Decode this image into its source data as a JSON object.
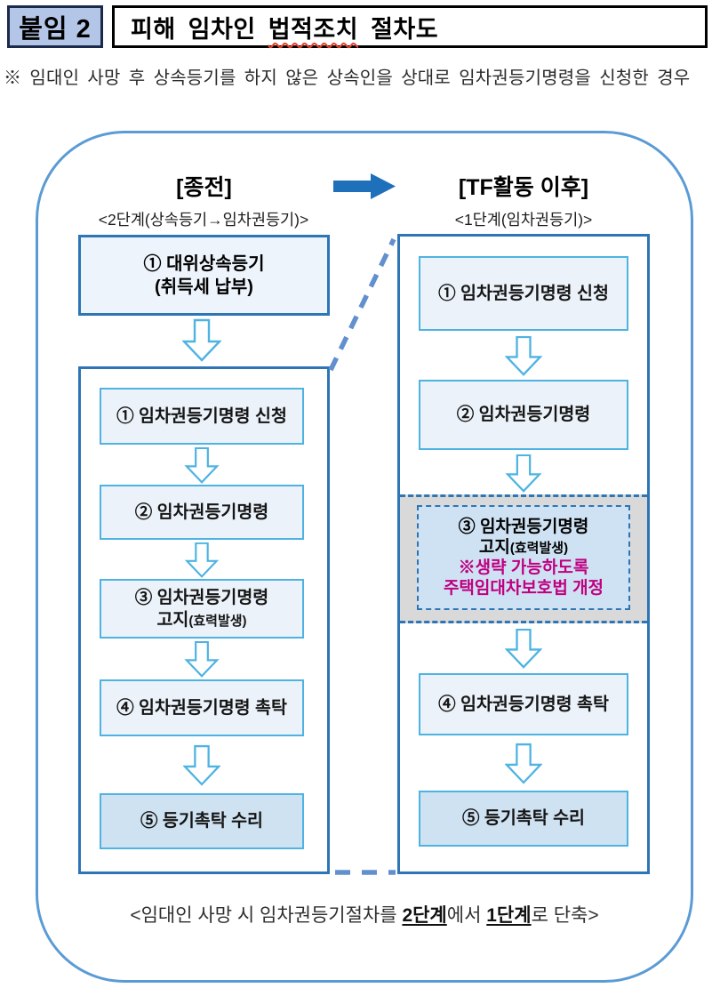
{
  "header": {
    "badge": "붙임 2",
    "title": {
      "prefix": "피해 임차인 ",
      "marked": "법적조치",
      "suffix": " 절차도"
    },
    "subtitle": "※ 임대인 사망 후 상속등기를 하지 않은 상속인을 상대로 임차권등기명령을 신청한 경우"
  },
  "diagram": {
    "left": {
      "title": "[종전]",
      "caption": "<2단계(상속등기→임차권등기)>",
      "pre_step": {
        "line1": "① 대위상속등기",
        "line2": "(취득세 납부)"
      },
      "steps": {
        "s1": "① 임차권등기명령 신청",
        "s2": "② 임차권등기명령",
        "s3_line1": "③ 임차권등기명령",
        "s3_line2": "고지",
        "s3_line2_small": "(효력발생)",
        "s4": "④ 임차권등기명령 촉탁",
        "s5": "⑤ 등기촉탁 수리"
      }
    },
    "right": {
      "title": "[TF활동 이후]",
      "caption": "<1단계(임차권등기)>",
      "steps": {
        "s1": "① 임차권등기명령 신청",
        "s2": "② 임차권등기명령",
        "s3_line1": "③ 임차권등기명령",
        "s3_line2": "고지",
        "s3_line2_small": "(효력발생)",
        "s3_note1": "※생략 가능하도록",
        "s3_note2": "주택임대차보호법 개정",
        "s4": "④ 임차권등기명령 촉탁",
        "s5": "⑤ 등기촉탁 수리"
      }
    },
    "bottom_caption": {
      "part1": "<임대인 사망 시 임차권등기절차를 ",
      "em1": "2단계",
      "part2": "에서 ",
      "em2": "1단계",
      "part3": "로 단축>"
    }
  },
  "colors": {
    "badge_bg": "#b4c6e7",
    "outer_box_border": "#2e75b6",
    "container_border": "#5b9bd5",
    "step_box_border": "#4fb3e2",
    "step_box_bg": "#ebf2f9",
    "final_step_bg": "#cfe2f2",
    "strip_bg": "#d9d9d9",
    "highlight_box_bg": "#cfe2f3",
    "highlight_text": "#c00080",
    "solid_arrow": "#1e70ba",
    "dash_connector": "#6290cf",
    "title_underline": "#e8432e"
  }
}
